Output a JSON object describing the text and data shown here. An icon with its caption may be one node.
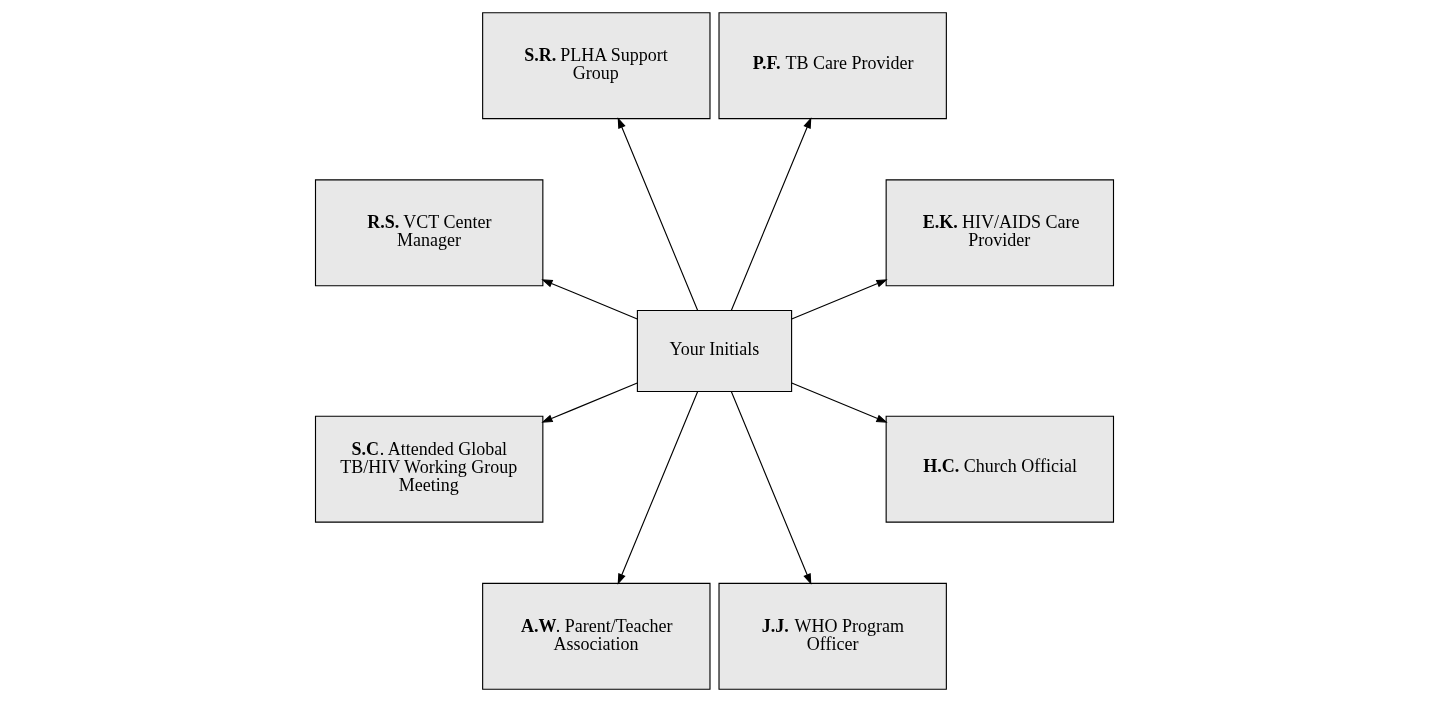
{
  "diagram": {
    "nodes": [
      {
        "text": [
          "**E.K.** HIV/AIDS Care Provider"
        ]
      },
      {
        "text": [
          "**P.F.** TB Care Provider"
        ]
      },
      {
        "text": [
          "**S.R.** PLHA Support Group"
        ]
      },
      {
        "text": [
          "**R.S.** VCT Center Manager"
        ]
      },
      {
        "text": [
          "Your Initials"
        ]
      },
      {
        "text": [
          "**S.C**. Attended Global TB/HIV Working Group Meeting"
        ]
      },
      {
        "text": [
          "**A.W**. Parent/Teacher Association"
        ]
      },
      {
        "text": [
          "**J.J.** WHO Program Officer"
        ]
      },
      {
        "text": [
          "**H.C.** Church Official"
        ]
      }
    ],
    "edges": [
      {
        "from": 4,
        "to": 0,
        "arrow": "to"
      },
      {
        "from": 4,
        "to": 1,
        "arrow": "to"
      },
      {
        "from": 4,
        "to": 2,
        "arrow": "to"
      },
      {
        "from": 4,
        "to": 3,
        "arrow": "to"
      },
      {
        "from": 4,
        "to": 5,
        "arrow": "to"
      },
      {
        "from": 4,
        "to": 6,
        "arrow": "to"
      },
      {
        "from": 4,
        "to": 7,
        "arrow": "to"
      },
      {
        "from": 4,
        "to": 8,
        "arrow": "to"
      }
    ]
  }
}
